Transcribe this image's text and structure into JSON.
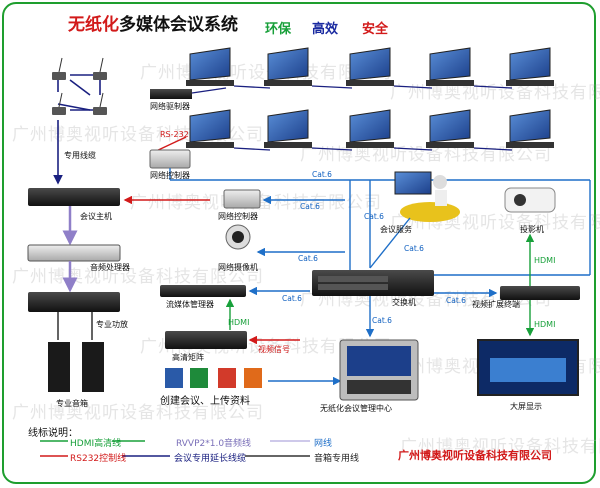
{
  "title": {
    "part1": "无纸化",
    "part2": "多媒体会议系统"
  },
  "slogans": {
    "eco": "环保",
    "efficient": "高效",
    "safe": "安全"
  },
  "labels": {
    "network_driver": "网络驱制器",
    "rs232": "RS-232",
    "network_controller_left": "网络控制器",
    "dedicated_cable": "专用线缆",
    "conference_host": "会议主机",
    "audio_processor": "音频处理器",
    "pro_amp": "专业功放",
    "pro_speaker": "专业音箱",
    "network_controller_mid": "网络控制器",
    "network_camera": "网络摄像机",
    "stream_media_manager": "流媒体管理器",
    "hd_matrix": "高清矩阵",
    "video_signal": "视频信号",
    "create_meeting": "创建会议、上传资料",
    "switch": "交换机",
    "conference_service": "会议服务",
    "management_center": "无纸化会议管理中心",
    "projector": "投影机",
    "video_extender": "视频扩展终端",
    "big_screen": "大屏显示",
    "hdmi": "HDMI",
    "cat6": "Cat.6"
  },
  "watermark": "广州博奥视听设备科技有限公司",
  "legend": {
    "title": "线标说明：",
    "hdmi": "HDMI高清线",
    "rvvp": "RVVP2*1.0音频线",
    "net": "网线",
    "rs232": "RS232控制线",
    "extension": "会议专用延长线缆",
    "speaker": "音箱专用线"
  },
  "company": "广州博奥视听设备科技有限公司",
  "colors": {
    "border": "#1e9e2e",
    "net": "#1f6fc8",
    "red": "#d21a1a",
    "green": "#18a03a",
    "purple": "#8f7fc8",
    "navy": "#1a2080"
  }
}
